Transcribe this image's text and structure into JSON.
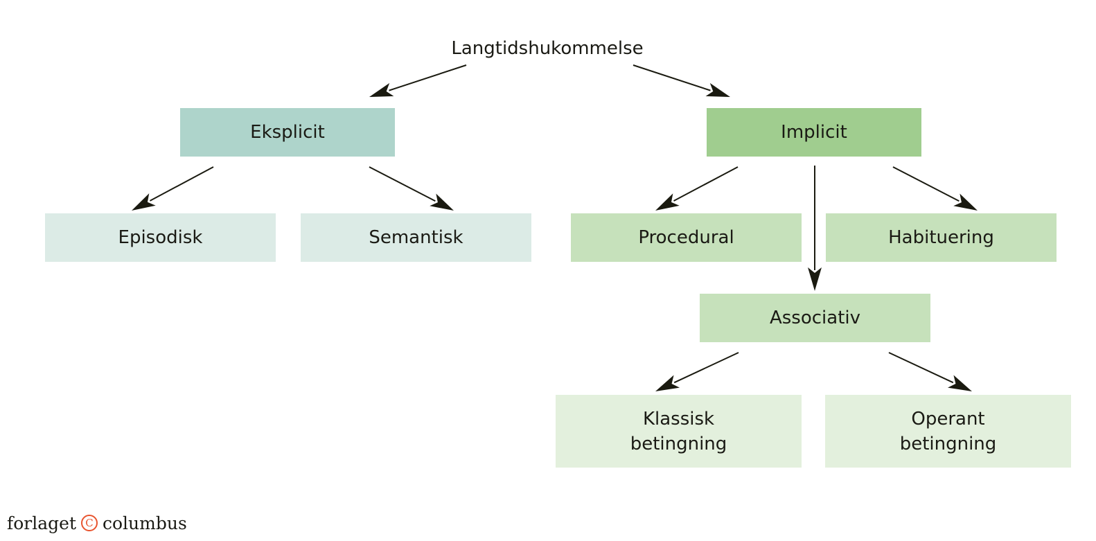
{
  "colors": {
    "explicit": "#aed4cb",
    "explicit_children": "#dcebe6",
    "implicit": "#a0cd8f",
    "implicit_children": "#c6e1bb",
    "conditioning": "#e3f0dd",
    "arrow": "#1a1a10",
    "logo_accent": "#e8542f"
  },
  "diagram": {
    "root": "Langtidshukommelse",
    "explicit": "Eksplicit",
    "episodic": "Episodisk",
    "semantic": "Semantisk",
    "implicit": "Implicit",
    "procedural": "Procedural",
    "habituation": "Habituering",
    "associative": "Associativ",
    "classical": [
      "Klassisk",
      "betingning"
    ],
    "operant": [
      "Operant",
      "betingning"
    ]
  },
  "footer": {
    "publisher_left": "forlaget",
    "copyright_symbol": "C",
    "publisher_right": "columbus"
  }
}
